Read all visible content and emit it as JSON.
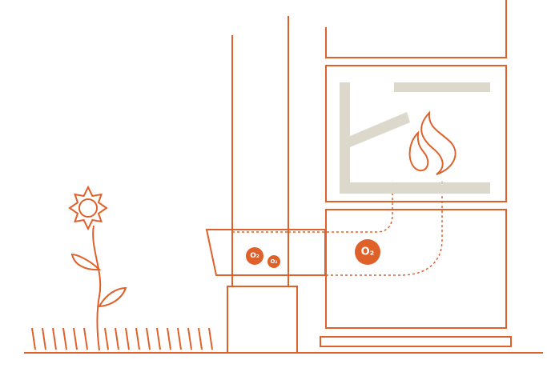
{
  "colors": {
    "stroke": "#e0602a",
    "firebrick": "#dcd9cc",
    "badge_fill": "#e0602a",
    "badge_text": "#ffffff",
    "background": "#ffffff"
  },
  "labels": {
    "o2_large": "O₂",
    "o2_small_a": "O₂",
    "o2_small_b": "O₂"
  }
}
